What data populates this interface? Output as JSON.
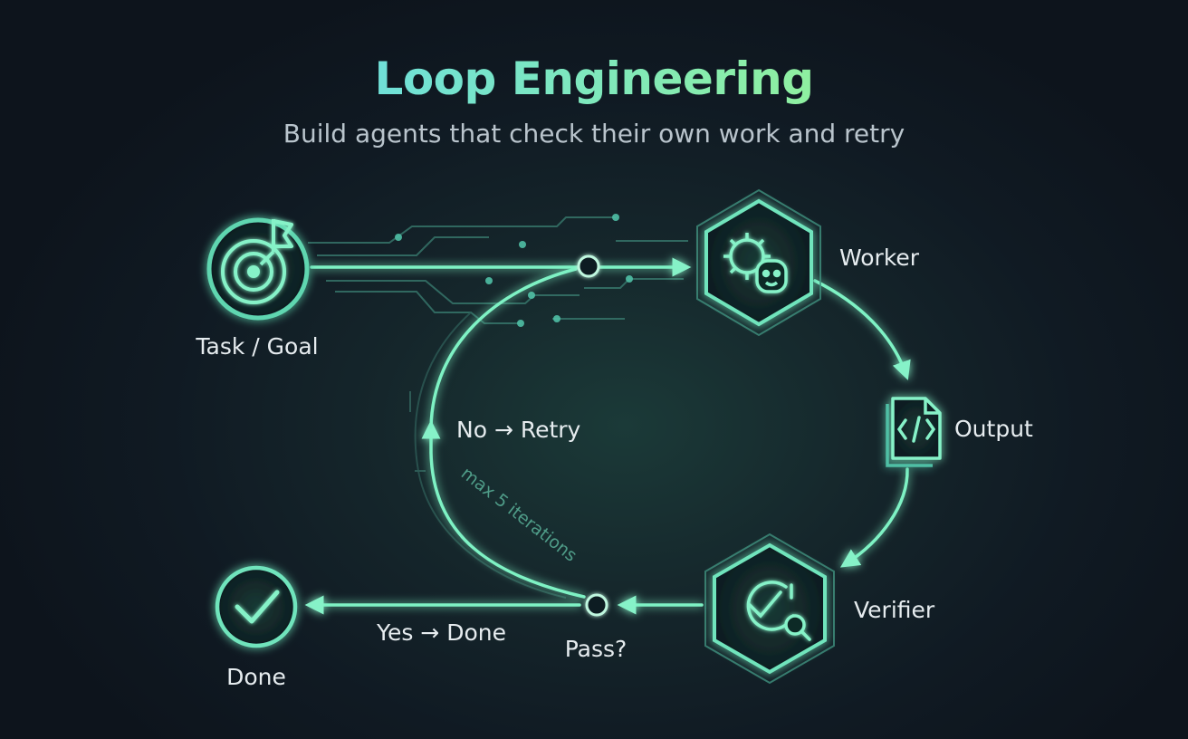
{
  "header": {
    "title": "Loop Engineering",
    "subtitle": "Build agents that check their own work and retry"
  },
  "nodes": {
    "task": "Task / Goal",
    "worker": "Worker",
    "output": "Output",
    "verifier": "Verifier",
    "done": "Done"
  },
  "edges": {
    "retry": "No → Retry",
    "done": "Yes → Done",
    "decision": "Pass?",
    "limit": "max 5 iterations"
  },
  "colors": {
    "accent": "#7ef2c4",
    "title_start": "#6fe0d8",
    "title_end": "#8ff0a0",
    "text": "#e6ecef",
    "subtitle": "#b9c4cc",
    "background": "#111a23"
  }
}
